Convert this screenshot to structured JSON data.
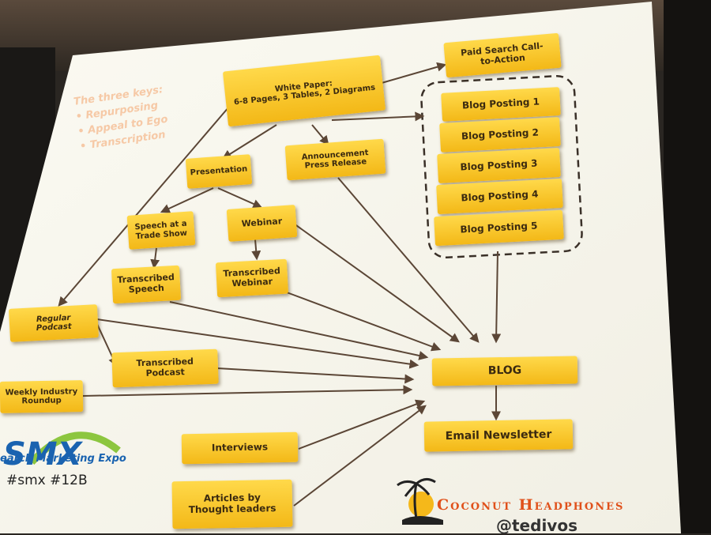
{
  "slide": {
    "keys": {
      "heading": "The three keys:",
      "items": [
        "Repurposing",
        "Appeal to Ego",
        "Transcription"
      ]
    },
    "nodes": {
      "white_paper": "White Paper:\n6-8 Pages, 3 Tables, 2 Diagrams",
      "paid_search": "Paid Search Call-\nto-Action",
      "blog_posting_1": "Blog Posting 1",
      "blog_posting_2": "Blog Posting 2",
      "blog_posting_3": "Blog Posting 3",
      "blog_posting_4": "Blog Posting 4",
      "blog_posting_5": "Blog Posting 5",
      "presentation": "Presentation",
      "announcement": "Announcement\nPress Release",
      "speech": "Speech at a\nTrade Show",
      "webinar": "Webinar",
      "transcribed_speech": "Transcribed\nSpeech",
      "transcribed_webinar": "Transcribed\nWebinar",
      "regular_podcast": "Regular\nPodcast",
      "transcribed_podcast": "Transcribed\nPodcast",
      "weekly_roundup": "Weekly Industry\nRoundup",
      "blog": "BLOG",
      "email_newsletter": "Email Newsletter",
      "interviews": "Interviews",
      "articles": "Articles by\nThought leaders"
    },
    "logos": {
      "smx_mark": "SMX",
      "smx_tagline": "earch Marketing Expo",
      "smx_hashtag": "#smx #12B",
      "brand_name": "Coconut Headphones",
      "brand_handle": "@tedivos"
    },
    "colors": {
      "node_fill": "#f5c21c",
      "arrow": "#5b4636",
      "keys_text": "#f6c9a6",
      "brand": "#e0501a",
      "smx_blue": "#1a63b0",
      "smx_green": "#8cc63f"
    }
  }
}
